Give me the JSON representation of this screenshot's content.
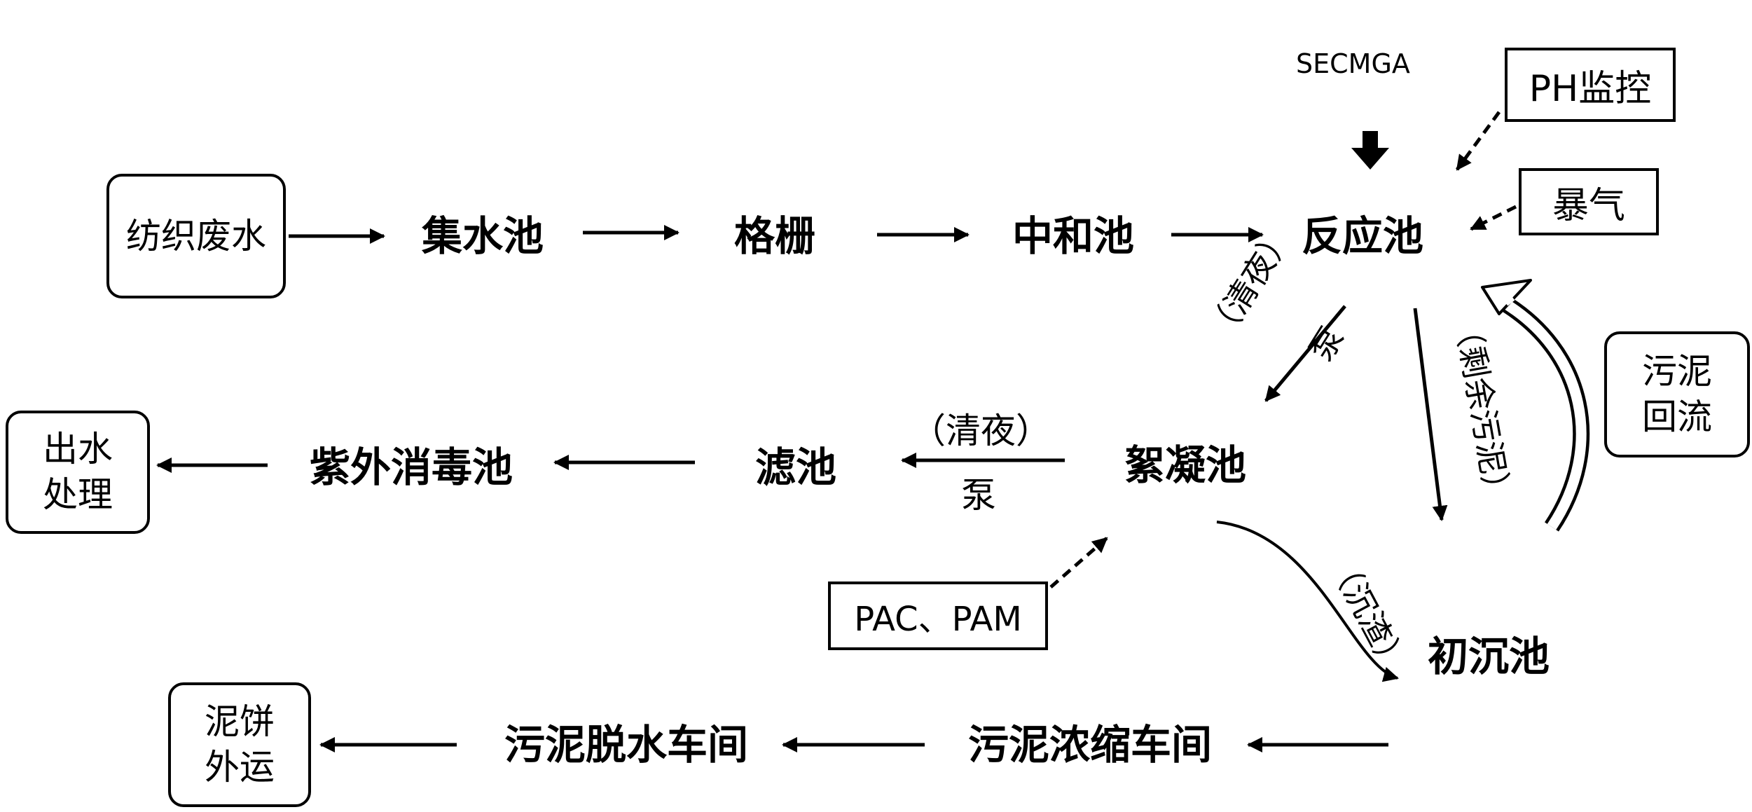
{
  "source_box": "纺织废水",
  "nodes": {
    "collection_tank": "集水池",
    "grille": "格栅",
    "neutralization_tank": "中和池",
    "reaction_tank": "反应池",
    "flocculation_tank": "絮凝池",
    "filter_tank": "滤池",
    "uv_tank": "紫外消毒池",
    "primary_settling_tank": "初沉池",
    "sludge_thickening": "污泥浓缩车间",
    "sludge_dewatering": "污泥脱水车间"
  },
  "outputs": {
    "effluent_line1": "出水",
    "effluent_line2": "处理",
    "cake_line1": "泥饼",
    "cake_line2": "外运"
  },
  "inputs": {
    "secmga": "SECMGA",
    "ph_control": "PH监控",
    "aeration": "暴气",
    "pac_pam": "PAC、PAM",
    "sludge_return_line1": "污泥",
    "sludge_return_line2": "回流"
  },
  "edge_labels": {
    "reaction_to_floc_top": "（清夜）",
    "reaction_to_floc_bottom": "泵",
    "floc_to_filter_top": "（清夜）",
    "floc_to_filter_bottom": "泵",
    "excess_sludge": "（剩余污泥）",
    "sediment": "（沉渣）"
  }
}
